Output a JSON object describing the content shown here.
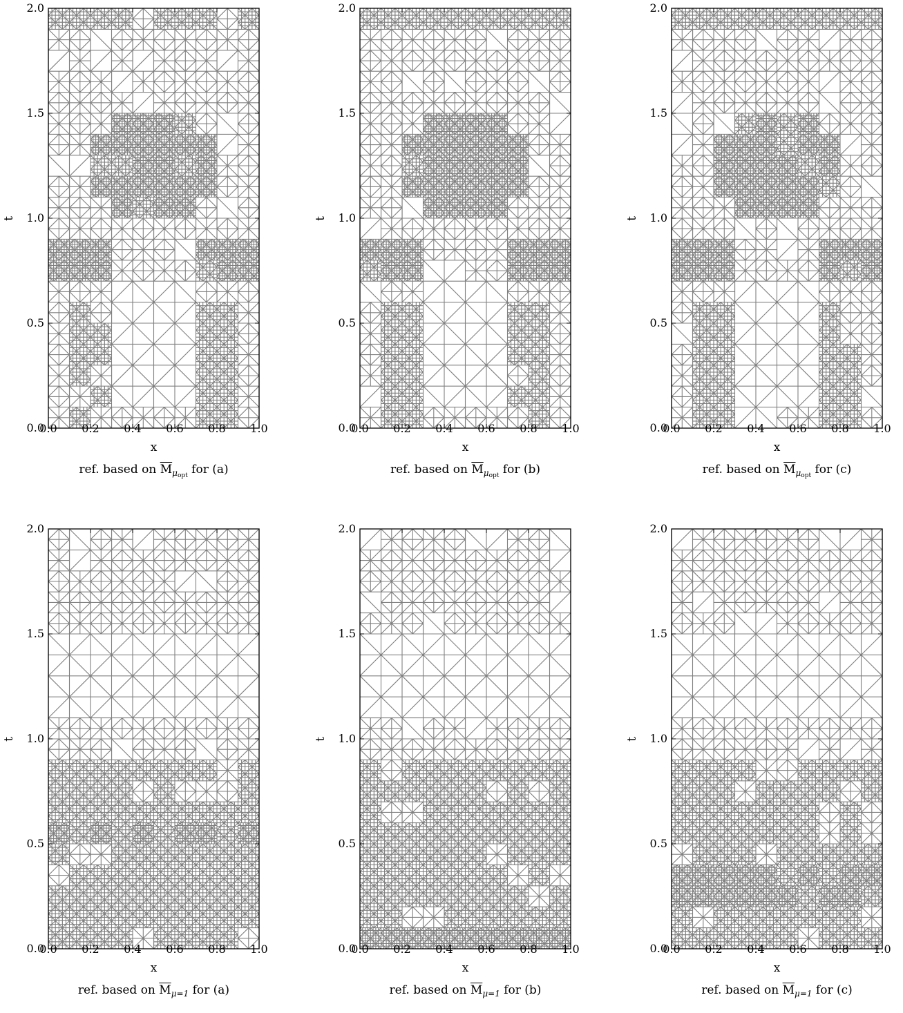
{
  "axes": {
    "xlabel": "x",
    "ylabel": "t",
    "xticks": [
      "0.0",
      "0.2",
      "0.4",
      "0.6",
      "0.8",
      "1.0"
    ],
    "yticks": [
      "0.0",
      "0.5",
      "1.0",
      "1.5",
      "2.0"
    ],
    "xlim": [
      0,
      1
    ],
    "ylim": [
      0,
      2
    ]
  },
  "mesh_color": "#808080",
  "panels": [
    {
      "caption_prefix": "ref. based on ",
      "caption_M": "M",
      "caption_sub": "μ",
      "caption_subsub": "opt",
      "caption_suffix": " for (a)"
    },
    {
      "caption_prefix": "ref. based on ",
      "caption_M": "M",
      "caption_sub": "μ",
      "caption_subsub": "opt",
      "caption_suffix": " for (b)"
    },
    {
      "caption_prefix": "ref. based on ",
      "caption_M": "M",
      "caption_sub": "μ",
      "caption_subsub": "opt",
      "caption_suffix": " for (c)"
    },
    {
      "caption_prefix": "ref. based on ",
      "caption_M": "M",
      "caption_sub": "μ=1",
      "caption_subsub": "",
      "caption_suffix": " for (a)"
    },
    {
      "caption_prefix": "ref. based on ",
      "caption_M": "M",
      "caption_sub": "μ=1",
      "caption_subsub": "",
      "caption_suffix": " for (b)"
    },
    {
      "caption_prefix": "ref. based on ",
      "caption_M": "M",
      "caption_sub": "μ=1",
      "caption_subsub": "",
      "caption_suffix": " for (c)"
    }
  ]
}
